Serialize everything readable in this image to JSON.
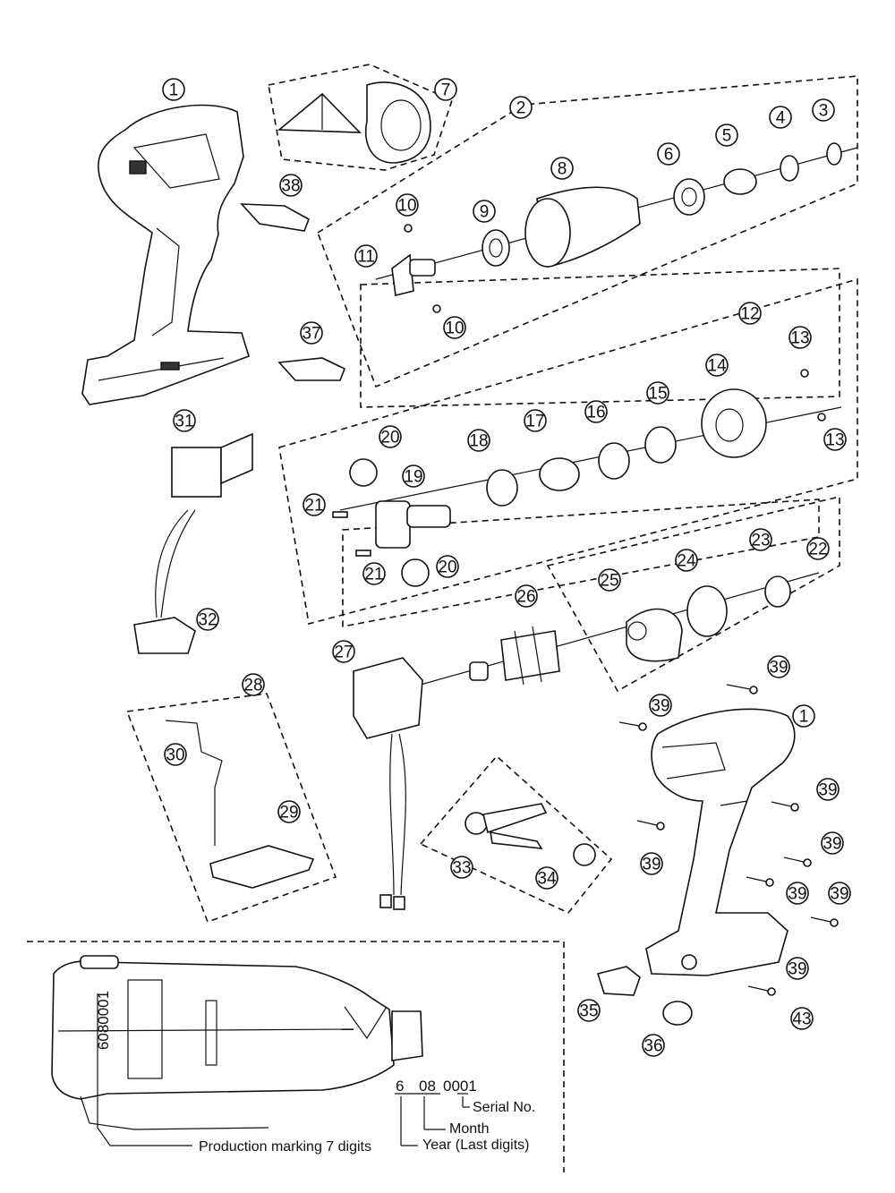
{
  "callouts": [
    "1",
    "7",
    "2",
    "3",
    "4",
    "5",
    "6",
    "8",
    "9",
    "10",
    "11",
    "10",
    "38",
    "12",
    "13",
    "14",
    "15",
    "16",
    "17",
    "18",
    "20",
    "19",
    "21",
    "21",
    "20",
    "13",
    "37",
    "31",
    "32",
    "22",
    "23",
    "24",
    "25",
    "26",
    "27",
    "39",
    "39",
    "1",
    "28",
    "30",
    "29",
    "33",
    "34",
    "39",
    "39",
    "39",
    "39",
    "39",
    "39",
    "43",
    "35",
    "36"
  ],
  "production_marking": {
    "stamp": "6080001",
    "code_year": "6",
    "code_month": "08",
    "code_serial": "0001",
    "serial_label": "Serial No.",
    "month_label": "Month",
    "year_label": "Year (Last digits)",
    "marking_label": "Production marking 7 digits"
  },
  "colors": {
    "line": "#111111",
    "background": "#ffffff"
  }
}
